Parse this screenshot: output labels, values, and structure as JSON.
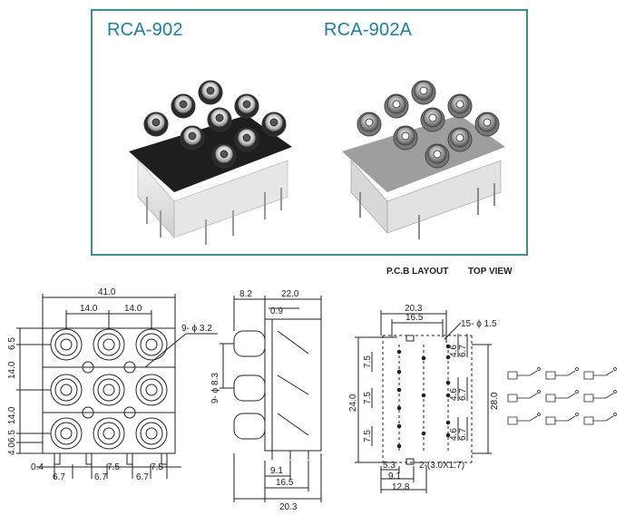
{
  "products": {
    "left_title": "RCA-902",
    "right_title": "RCA-902A"
  },
  "captions": {
    "pcb_layout": "P.C.B LAYOUT",
    "top_view": "TOP VIEW"
  },
  "front_view": {
    "width_total": "41.0",
    "top_a": "14.0",
    "top_b": "14.0",
    "hole_label": "9- ϕ 3.2",
    "left_top": "6.5",
    "left_mid1": "14.0",
    "left_mid2": "14.0",
    "left_low_a": "4.0",
    "left_low_b": "6.5",
    "bottom_a": "0.4",
    "bottom_b": "6.7",
    "bottom_c": "6.7",
    "bottom_d": "7.5",
    "bottom_e": "6.7",
    "bottom_f": "7.5"
  },
  "side_view": {
    "top_a": "8.2",
    "top_b": "22.0",
    "top_c": "0.9",
    "jack_label": "9- ϕ 8.3",
    "bottom_a": "9.1",
    "bottom_b": "16.5",
    "bottom_c": "20.3"
  },
  "pcb_view": {
    "top_a": "20.3",
    "top_b": "16.5",
    "hole_label": "15- ϕ 1.5",
    "r_a": "4.6",
    "r_b": "6.7",
    "r_c": "4.6",
    "r_d": "6.7",
    "r_e": "4.6",
    "r_f": "6.7",
    "right_total": "28.0",
    "left_a": "7.5",
    "left_b": "7.5",
    "left_c": "7.5",
    "left_total": "24.0",
    "bottom_a": "5.3",
    "bottom_b": "9.1",
    "bottom_c": "12.8",
    "slot_label": "2-(3.0X1.7)"
  },
  "colors": {
    "frame": "#3a8f93",
    "title": "#1b7fa6",
    "line": "#222222"
  }
}
